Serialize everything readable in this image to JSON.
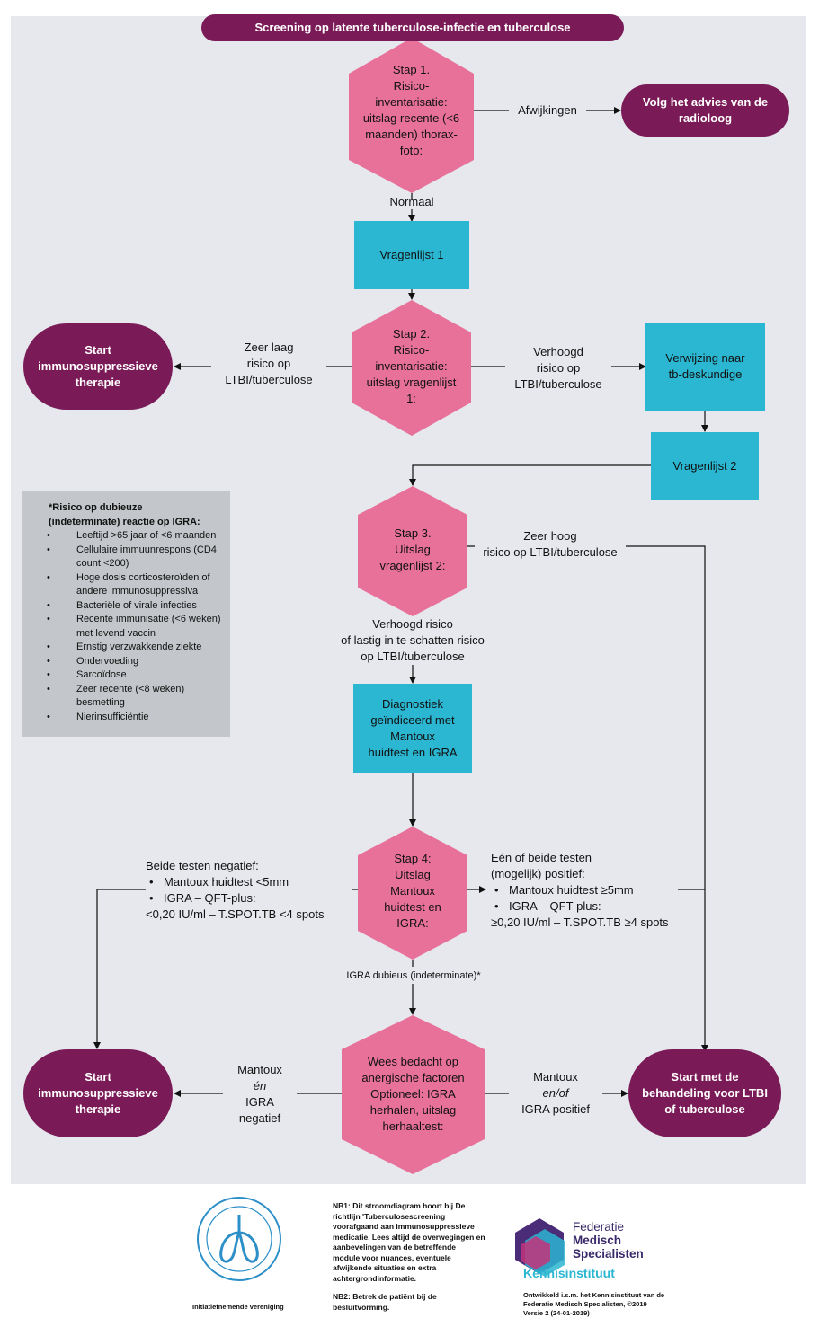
{
  "title": "Screening op latente tuberculose-infectie en tuberculose",
  "steps": {
    "step1": [
      "Stap 1.",
      "Risico-",
      "inventarisatie:",
      "uitslag recente (<6",
      "maanden) thorax-",
      "foto:"
    ],
    "step2": [
      "Stap 2.",
      "Risico-",
      "inventarisatie:",
      "uitslag vragenlijst",
      "1:"
    ],
    "step3": [
      "Stap 3.",
      "Uitslag",
      "vragenlijst 2:"
    ],
    "step4": [
      "Stap 4:",
      "Uitslag",
      "Mantoux",
      "huidtest en",
      "IGRA:"
    ],
    "step5": [
      "Wees bedacht op",
      "anergische factoren",
      "Optioneel: IGRA",
      "herhalen, uitslag",
      "herhaaltest:"
    ]
  },
  "boxes": {
    "vragenlijst1": "Vragenlijst 1",
    "verwijzing": [
      "Verwijzing naar",
      "tb-deskundige"
    ],
    "vragenlijst2": "Vragenlijst 2",
    "diagnostiek": [
      "Diagnostiek",
      "geïndiceerd met",
      "Mantoux",
      "huidtest en IGRA"
    ]
  },
  "terminals": {
    "radioloog": [
      "Volg het advies van de",
      "radioloog"
    ],
    "start_therapie_1": [
      "Start",
      "immunosuppressieve",
      "therapie"
    ],
    "start_therapie_2": [
      "Start",
      "immunosuppressieve",
      "therapie"
    ],
    "start_behandeling": [
      "Start met de",
      "behandeling voor LTBI",
      "of tuberculose"
    ]
  },
  "labels": {
    "afwijkingen": "Afwijkingen",
    "normaal": "Normaal",
    "zeer_laag": [
      "Zeer laag",
      "risico op",
      "LTBI/tuberculose"
    ],
    "verhoogd": [
      "Verhoogd",
      "risico op",
      "LTBI/tuberculose"
    ],
    "zeer_hoog": [
      "Zeer hoog",
      "risico op LTBI/tuberculose"
    ],
    "verhoogd_lastig": [
      "Verhoogd risico",
      "of lastig in te schatten risico",
      "op LTBI/tuberculose"
    ],
    "beide_negatief": {
      "head": "Beide testen negatief:",
      "b1": "Mantoux huidtest <5mm",
      "b2": "IGRA – QFT-plus:",
      "tail": "<0,20 IU/ml – T.SPOT.TB <4 spots"
    },
    "een_positief": {
      "head1": "Eén of beide testen",
      "head2": "(mogelijk) positief:",
      "b1": "Mantoux huidtest ≥5mm",
      "b2": "IGRA – QFT-plus:",
      "tail": "≥0,20 IU/ml – T.SPOT.TB ≥4 spots"
    },
    "igra_dubieus": "IGRA dubieus (indeterminate)*",
    "mantoux_negatief": [
      "Mantoux",
      "én",
      "IGRA",
      "negatief"
    ],
    "mantoux_positief": [
      "Mantoux",
      "en/of",
      "IGRA positief"
    ]
  },
  "note": {
    "heading": [
      "*Risico op dubieuze",
      "(indeterminate) reactie op IGRA:"
    ],
    "items": [
      "Leeftijd >65 jaar of <6 maanden",
      "Cellulaire immuunrespons (CD4 count <200)",
      "Hoge dosis corticosteroïden of andere immunosuppressiva",
      "Bacteriële of virale infecties",
      "Recente immunisatie (<6 weken) met levend vaccin",
      "Ernstig verzwakkende ziekte",
      "Ondervoeding",
      "Sarcoïdose",
      "Zeer recente (<8 weken) besmetting",
      "Nierinsufficiëntie"
    ]
  },
  "footer": {
    "initiator": "Initiatiefnemende vereniging",
    "nb1": [
      "NB1: Dit stroomdiagram hoort bij De",
      "richtlijn 'Tuberculosescreening",
      "voorafgaand aan immunosuppressieve",
      "medicatie. Lees altijd de overwegingen en",
      "aanbevelingen van de betreffende",
      "module voor nuances, eventuele",
      "afwijkende situaties en extra",
      "achtergrondinformatie."
    ],
    "nb2": [
      "NB2: Betrek de patiënt bij de",
      "besluitvorming."
    ],
    "fms": [
      "Federatie",
      "Medisch",
      "Specialisten"
    ],
    "kennis": "Kennisinstituut",
    "credit": [
      "Ontwikkeld i.s.m. het Kennisinstituut van de",
      "Federatie Medisch Specialisten, ©2019",
      "Versie 2 (24-01-2019)"
    ]
  },
  "colors": {
    "background": "#e6e8ee",
    "hexagon": "#e8719a",
    "box": "#2bb6d1",
    "terminal": "#7a1a57",
    "note": "#c3c7cb"
  }
}
